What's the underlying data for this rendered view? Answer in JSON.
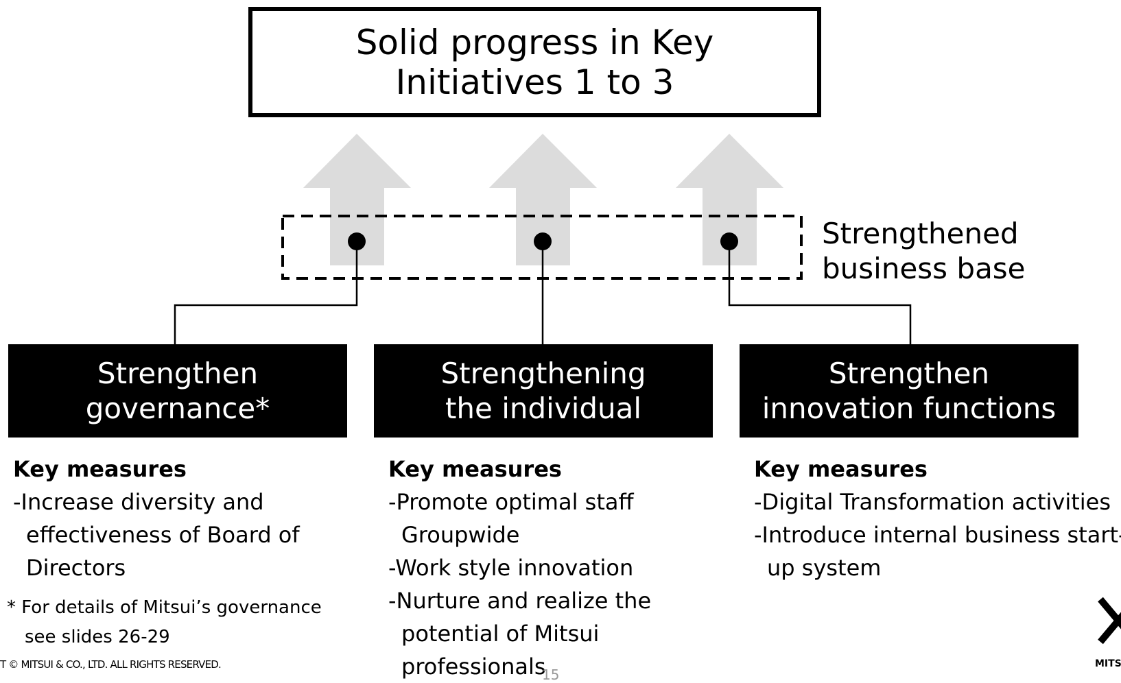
{
  "title": "Solid progress in Key Initiatives 1 to 3",
  "base_label": "Strengthened business base",
  "pillars": [
    {
      "label": "Strengthen governance*",
      "heading": "Key measures",
      "items": [
        "-Increase diversity and effectiveness of Board of Directors"
      ]
    },
    {
      "label": "Strengthening the individual",
      "heading": "Key measures",
      "items": [
        "-Promote optimal staff Groupwide",
        "-Work style innovation",
        "-Nurture and realize the potential of Mitsui professionals"
      ]
    },
    {
      "label": "Strengthen innovation functions",
      "heading": "Key measures",
      "items": [
        "-Digital Transformation activities",
        "-Introduce internal business start-up system"
      ]
    }
  ],
  "footnote": "* For details of Mitsui’s governance see slides 26-29",
  "footer": {
    "copyright": "T © MITSUI & CO., LTD. ALL RIGHTS RESERVED.",
    "page_number": "15",
    "logo_text": "MITS"
  },
  "colors": {
    "arrow": "#dcdcdc",
    "box": "#000000",
    "text_on_box": "#ffffff"
  }
}
